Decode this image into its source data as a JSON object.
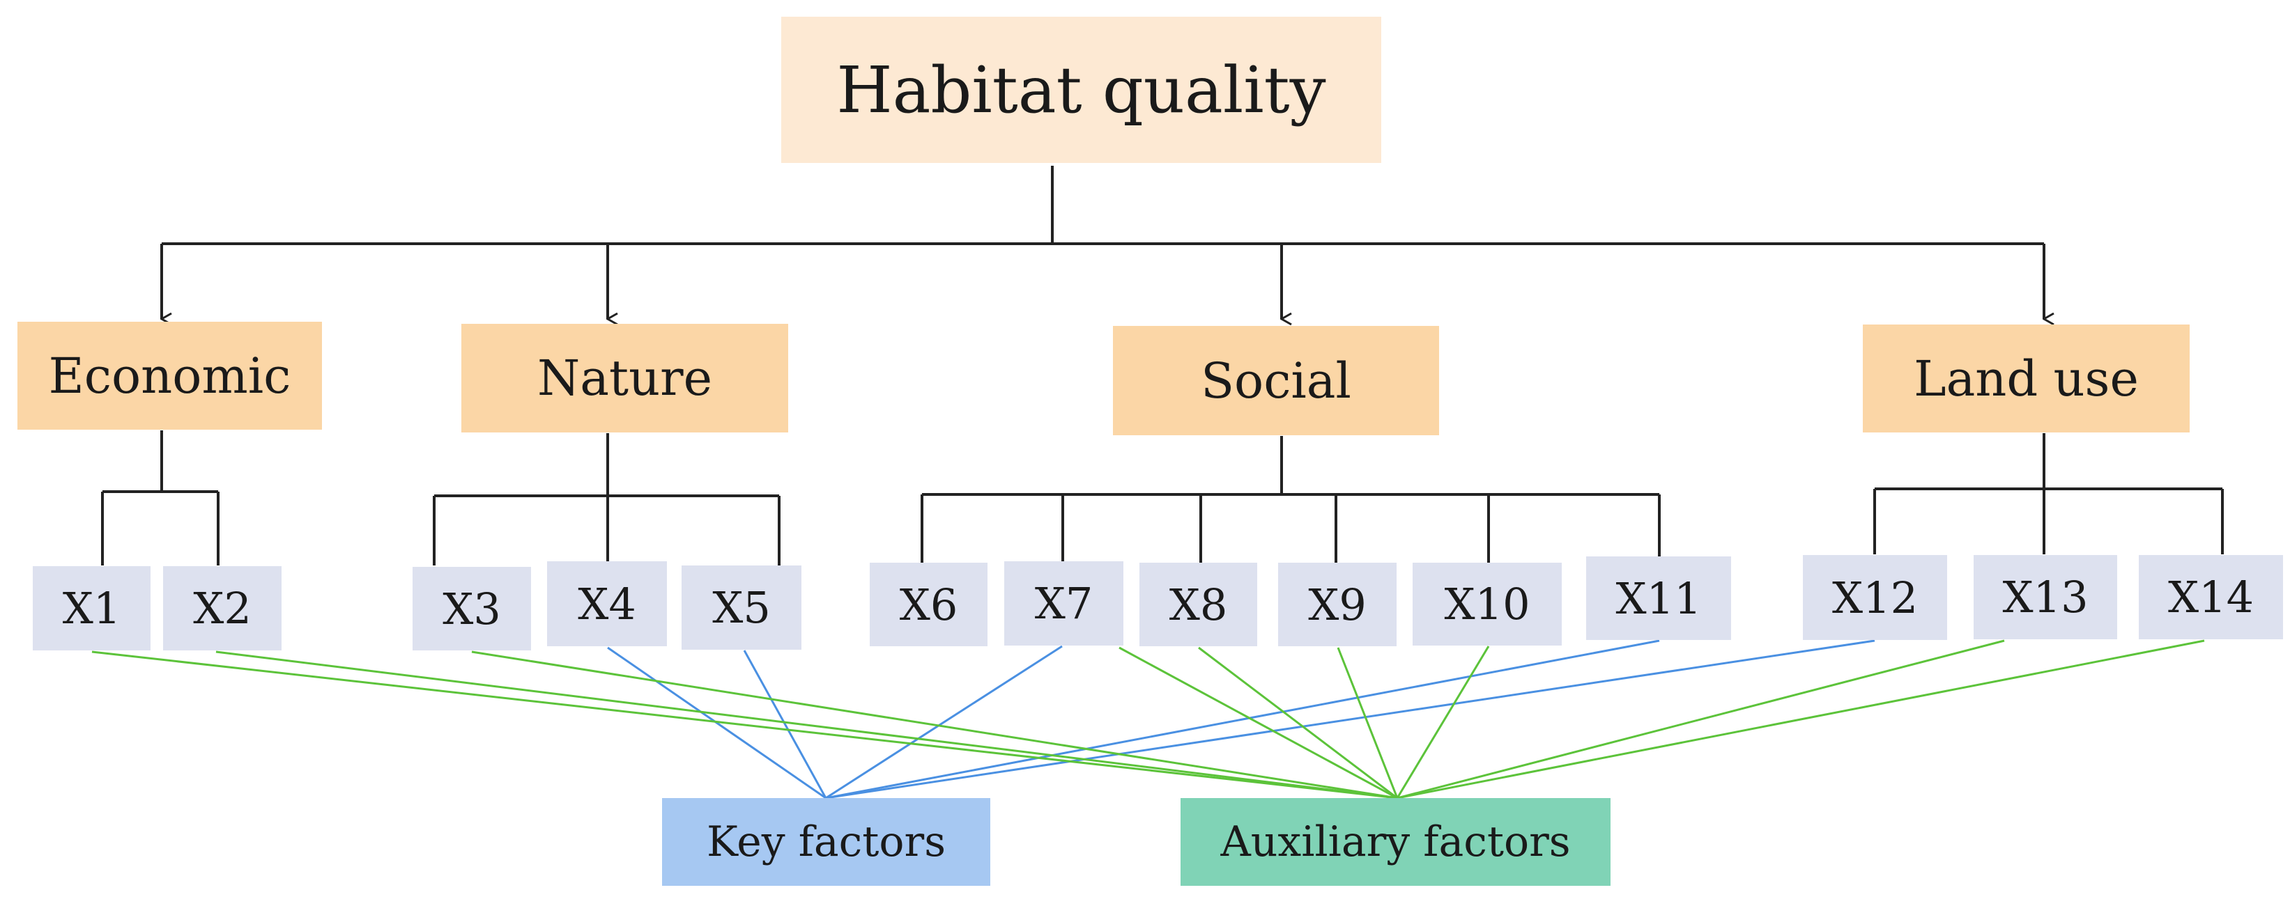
{
  "root": {
    "label": "Habitat quality"
  },
  "categories": [
    {
      "id": "economic",
      "label": "Economic"
    },
    {
      "id": "nature",
      "label": "Nature"
    },
    {
      "id": "social",
      "label": "Social"
    },
    {
      "id": "land-use",
      "label": "Land use"
    }
  ],
  "factors": [
    {
      "id": "x1",
      "label": "X1",
      "group": "aux"
    },
    {
      "id": "x2",
      "label": "X2",
      "group": "aux"
    },
    {
      "id": "x3",
      "label": "X3",
      "group": "aux"
    },
    {
      "id": "x4",
      "label": "X4",
      "group": "key"
    },
    {
      "id": "x5",
      "label": "X5",
      "group": "key"
    },
    {
      "id": "x6",
      "label": "X6",
      "group": "none"
    },
    {
      "id": "x7",
      "label": "X7",
      "group": "key+aux"
    },
    {
      "id": "x8",
      "label": "X8",
      "group": "aux"
    },
    {
      "id": "x9",
      "label": "X9",
      "group": "aux"
    },
    {
      "id": "x10",
      "label": "X10",
      "group": "aux"
    },
    {
      "id": "x11",
      "label": "X11",
      "group": "key"
    },
    {
      "id": "x12",
      "label": "X12",
      "group": "key"
    },
    {
      "id": "x13",
      "label": "X13",
      "group": "aux"
    },
    {
      "id": "x14",
      "label": "X14",
      "group": "aux"
    }
  ],
  "outcomes": {
    "key": {
      "label": "Key factors"
    },
    "aux": {
      "label": "Auxiliary factors"
    }
  },
  "colors": {
    "tree_line": "#222222",
    "key_line": "#4a90e2",
    "aux_line": "#5cc33a",
    "root_fill": "#fde9d3",
    "category_fill": "#fbd6a6",
    "factor_fill": "#dde1ef",
    "key_fill": "#a6c8f2",
    "aux_fill": "#80d3b6"
  }
}
